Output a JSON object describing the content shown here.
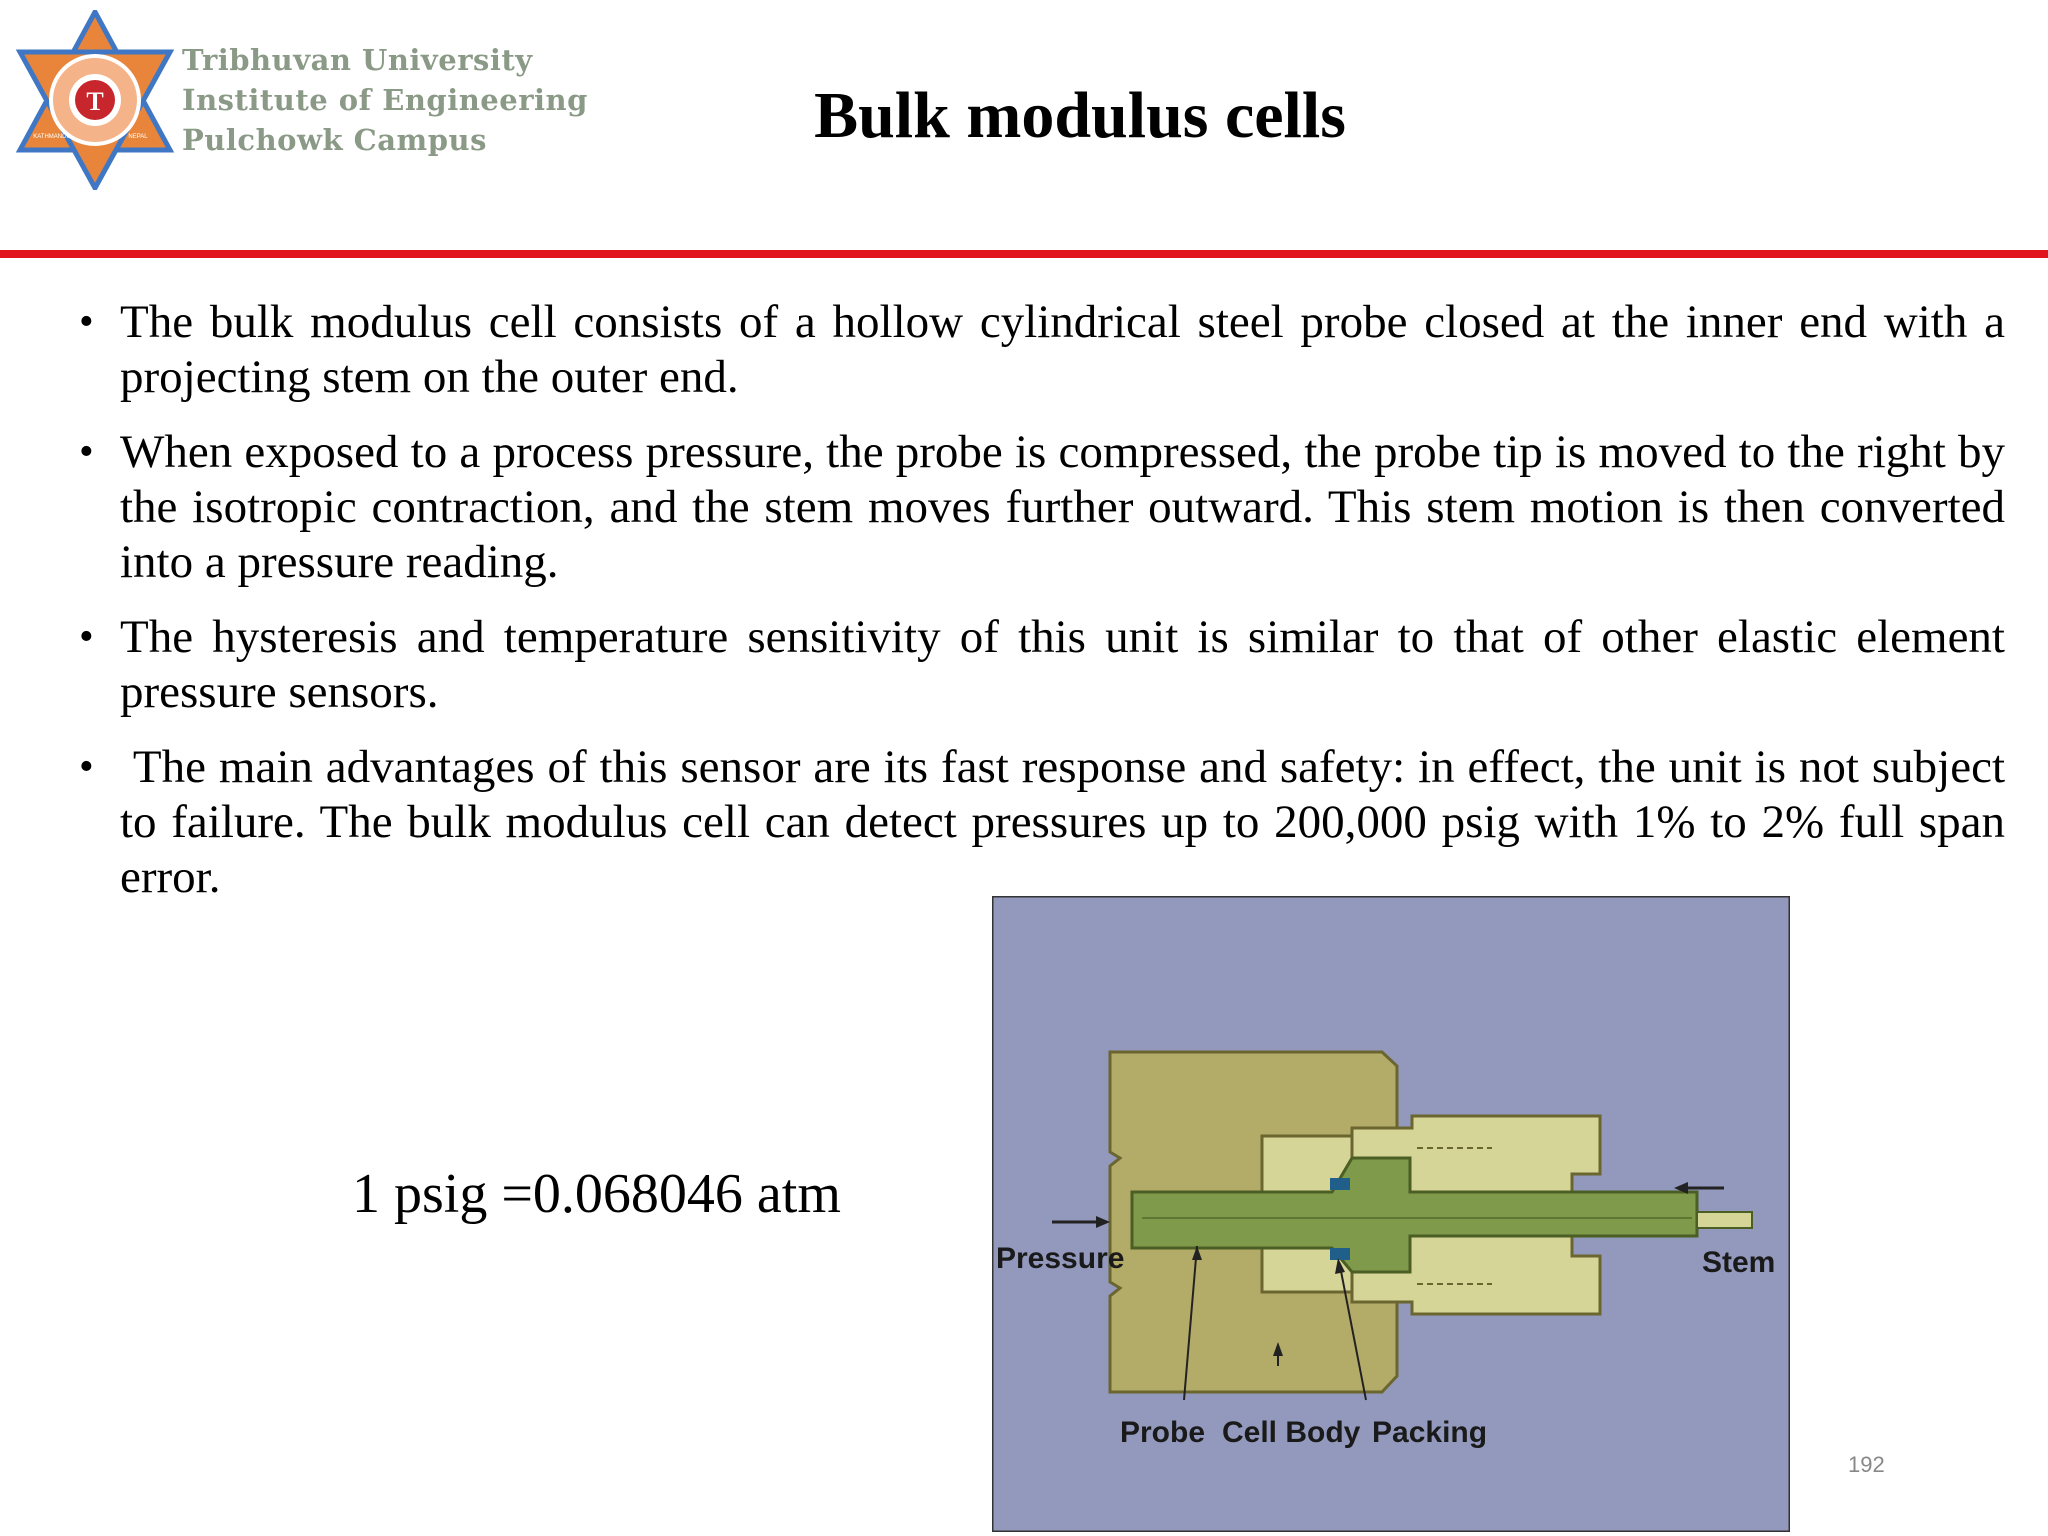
{
  "header": {
    "university_lines": [
      "Tribhuvan University",
      "Institute of Engineering",
      "Pulchowk Campus"
    ],
    "logo_text": {
      "emblem_letters": "T",
      "left_label": "KATHMANDU",
      "right_label": "NEPAL"
    },
    "title": "Bulk modulus cells"
  },
  "colors": {
    "rule": "#e2141b",
    "logo_orange": "#e8853a",
    "logo_blue": "#3f77c4",
    "university_text": "#8a9a86",
    "diagram_bg": "#9299bd",
    "cell_body": "#b3ab68",
    "stem_housing": "#d6d598",
    "probe": "#7e9a4a",
    "packing": "#1f5f8a"
  },
  "bullets": [
    "The bulk modulus cell consists of a hollow cylindrical steel probe closed at the inner end with a projecting stem on the outer end.",
    "When exposed to a process pressure, the probe is compressed, the probe tip is moved to the right by the isotropic contraction, and the stem moves further outward. This stem motion is then converted into a pressure reading.",
    "The hysteresis and temperature sensitivity of this unit is similar to that of other elastic element pressure sensors.",
    " The main advantages of this sensor are its fast response and safety: in effect, the unit is not subject to failure. The bulk modulus cell can detect pressures up to 200,000 psig with 1% to 2% full span error."
  ],
  "bullet_symbol": "•",
  "conversion": "1 psig =0.068046 atm",
  "diagram": {
    "labels": {
      "pressure": "Pressure",
      "stem": "Stem",
      "probe": "Probe",
      "cell_body": "Cell Body",
      "packing": "Packing"
    }
  },
  "page_number": "192"
}
